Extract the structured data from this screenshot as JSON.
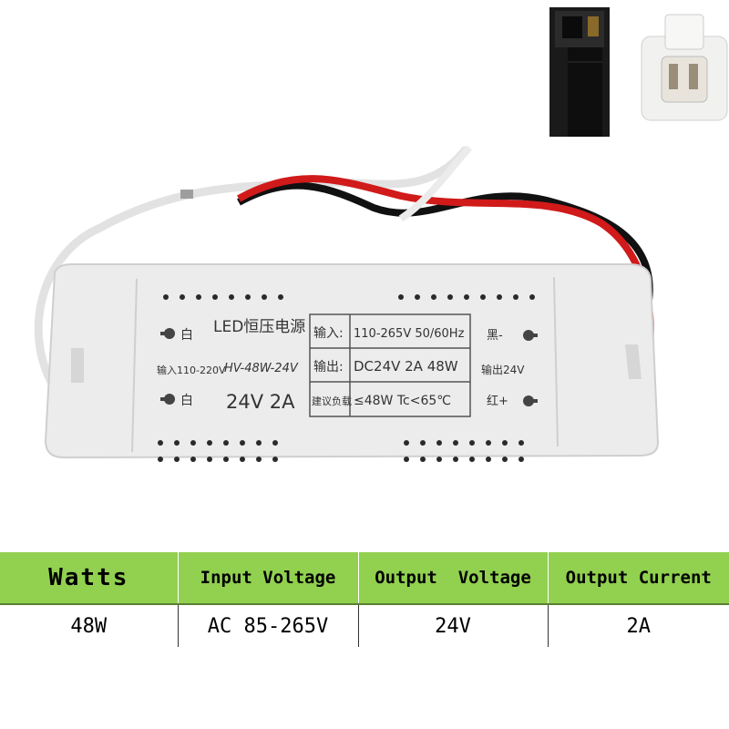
{
  "product_label": {
    "title": "LED恒压电源",
    "model": "HV-48W-24V",
    "rating": "24V 2A",
    "input_side": "输入110-220V",
    "input_wire_1": "白",
    "input_wire_2": "白",
    "output_side": "输出24V",
    "output_neg": "黑-",
    "output_pos": "红+",
    "row_input_label": "输入:",
    "row_input_value": "110-265V 50/60Hz",
    "row_output_label": "输出:",
    "row_output_value": "DC24V 2A 48W",
    "row_limit_label": "建议负载",
    "row_limit_value": "≤48W Tc<65℃"
  },
  "spec_table": {
    "headers": [
      "Watts",
      "Input Voltage",
      "Output  Voltage",
      "Output Current"
    ],
    "row": [
      "48W",
      "AC 85-265V",
      "24V",
      "2A"
    ]
  },
  "colors": {
    "header_green": "#92d050",
    "case": "#ececec",
    "wire_red": "#d11a1a",
    "wire_black": "#111111",
    "wire_white": "#e6e6e6"
  }
}
